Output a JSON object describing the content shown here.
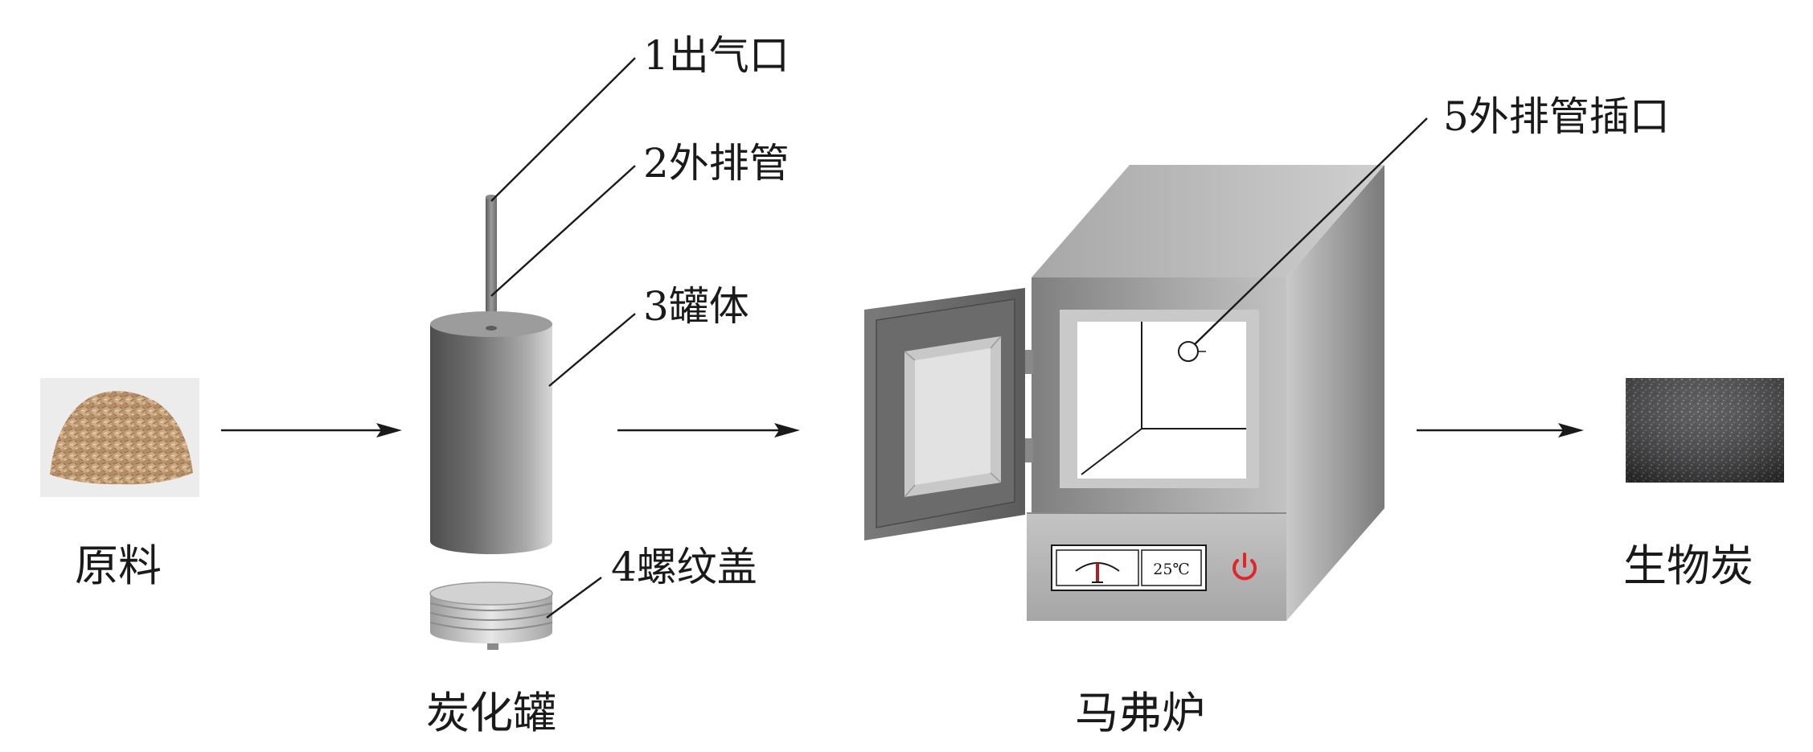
{
  "labels": {
    "outlet": "1出气口",
    "outer_tube": "2外排管",
    "tank_body": "3罐体",
    "screw_cap": "4螺纹盖",
    "tube_socket": "5外排管插口"
  },
  "captions": {
    "raw_material": "原料",
    "carbonization_tank": "炭化罐",
    "muffle_furnace": "马弗炉",
    "biochar": "生物炭"
  },
  "furnace_panel": {
    "temperature": "25℃"
  },
  "colors": {
    "power_icon": "#e0262a",
    "metal_dark": "#6e6e6e",
    "metal_light": "#c8c8c8"
  }
}
